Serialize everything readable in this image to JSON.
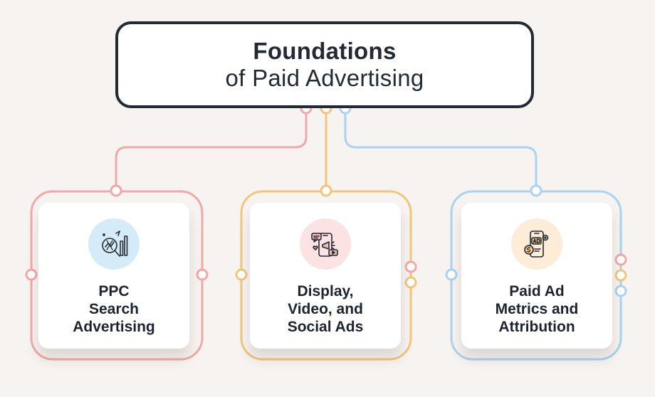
{
  "title": {
    "main": "Foundations",
    "sub": "of Paid Advertising"
  },
  "colors": {
    "pink": "#f2a8a8",
    "yellow": "#f2c67a",
    "blue": "#a9d3ee",
    "dark": "#242a33"
  },
  "cards": [
    {
      "lines": [
        "PPC",
        "Search",
        "Advertising"
      ],
      "icon": "search-analytics-icon",
      "accent": "#f2a8a8",
      "icon_bg": "#d6ebf8"
    },
    {
      "lines": [
        "Display,",
        "Video, and",
        "Social Ads"
      ],
      "icon": "social-media-phone-icon",
      "accent": "#f2c67a",
      "icon_bg": "#fbe3e3"
    },
    {
      "lines": [
        "Paid Ad",
        "Metrics and",
        "Attribution"
      ],
      "icon": "ad-metrics-phone-icon",
      "accent": "#a9d3ee",
      "icon_bg": "#fdecd8"
    }
  ]
}
